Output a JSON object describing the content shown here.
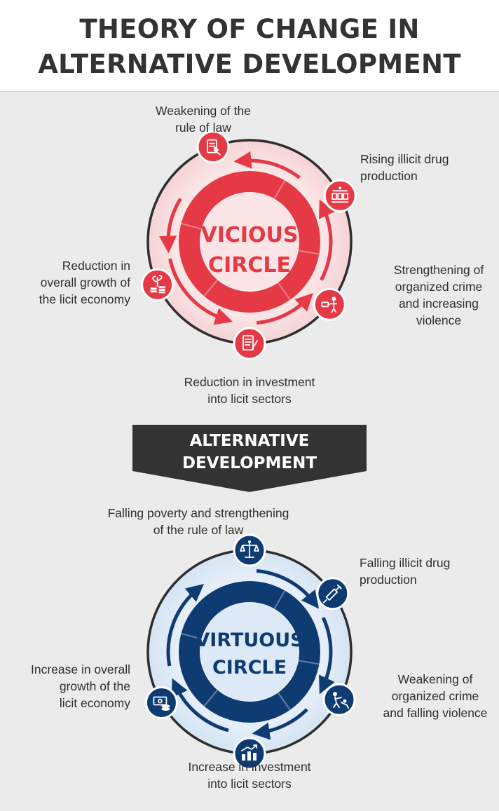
{
  "header": {
    "title_line1": "THEORY OF CHANGE IN",
    "title_line2": "ALTERNATIVE DEVELOPMENT"
  },
  "vicious_circle": {
    "label_line1": "VICIOUS",
    "label_line2": "CIRCLE",
    "color": "#e63946",
    "stages": [
      {
        "text": [
          "Weakening of the",
          "rule of law"
        ],
        "icon": "document-gavel-icon"
      },
      {
        "text": [
          "Rising illicit drug",
          "production"
        ],
        "icon": "drug-lab-icon"
      },
      {
        "text": [
          "Strengthening of",
          "organized crime",
          "and increasing",
          "violence"
        ],
        "icon": "crime-handover-icon"
      },
      {
        "text": [
          "Reduction in investment",
          "into licit sectors"
        ],
        "icon": "checklist-pen-icon"
      },
      {
        "text": [
          "Reduction in",
          "overall growth of",
          "the licit economy"
        ],
        "icon": "plant-coins-icon"
      }
    ]
  },
  "transition": {
    "line1": "ALTERNATIVE",
    "line2": "DEVELOPMENT",
    "color": "#333333"
  },
  "virtuous_circle": {
    "label_line1": "VIRTUOUS",
    "label_line2": "CIRCLE",
    "color": "#0f3b73",
    "stages": [
      {
        "text": [
          "Falling poverty and strengthening",
          "of the rule of law"
        ],
        "icon": "justice-scales-icon"
      },
      {
        "text": [
          "Falling illicit drug",
          "production"
        ],
        "icon": "syringe-icon"
      },
      {
        "text": [
          "Weakening of",
          "organized crime",
          "and falling violence"
        ],
        "icon": "arrest-icon"
      },
      {
        "text": [
          "Increase in investment",
          "into licit sectors"
        ],
        "icon": "growth-chart-icon"
      },
      {
        "text": [
          "Increase in overall",
          "growth of the",
          "licit economy"
        ],
        "icon": "money-coins-icon"
      }
    ]
  }
}
